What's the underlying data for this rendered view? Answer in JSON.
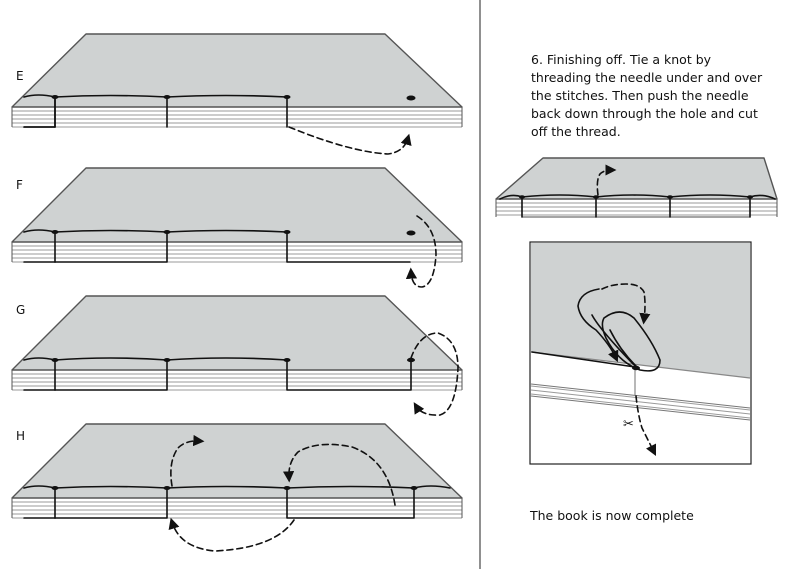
{
  "steps": [
    {
      "label": "E"
    },
    {
      "label": "F"
    },
    {
      "label": "G"
    },
    {
      "label": "H"
    }
  ],
  "instruction": {
    "text": "6. Finishing off. Tie a knot by threading the needle under and over the stitches. Then push the needle back down through the hole and cut off the thread."
  },
  "footer": {
    "text": "The book is now complete"
  },
  "colors": {
    "cover": "#cfd2d2",
    "outline": "#555555",
    "thread": "#111111",
    "pages": "#9a9a9a"
  },
  "icons": [
    "scissors-icon"
  ]
}
